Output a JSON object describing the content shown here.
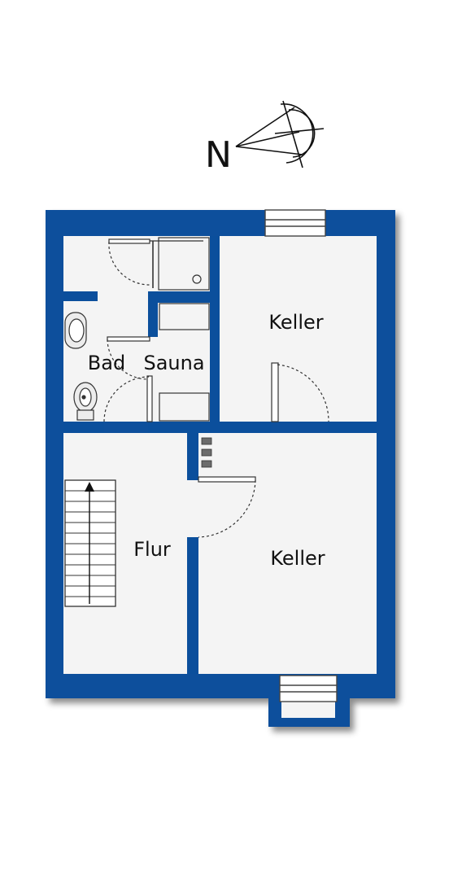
{
  "compass": {
    "label": "N"
  },
  "rooms": [
    {
      "id": "keller-top",
      "label": "Keller"
    },
    {
      "id": "bad",
      "label": "Bad"
    },
    {
      "id": "sauna",
      "label": "Sauna"
    },
    {
      "id": "flur",
      "label": "Flur"
    },
    {
      "id": "keller-bottom",
      "label": "Keller"
    }
  ],
  "colors": {
    "wall": "#0b4f9c",
    "floor": "#f4f4f4",
    "line": "#222222",
    "background": "#ffffff"
  }
}
